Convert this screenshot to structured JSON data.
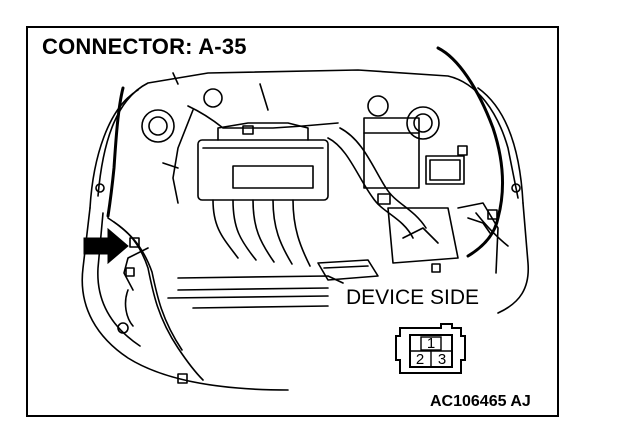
{
  "title": "CONNECTOR: A-35",
  "device_side_label": "DEVICE SIDE",
  "reference_code": "AC106465 AJ",
  "connector": {
    "pins": [
      "1",
      "2",
      "3"
    ]
  },
  "icons": {
    "pointer": "arrow-right-icon"
  }
}
